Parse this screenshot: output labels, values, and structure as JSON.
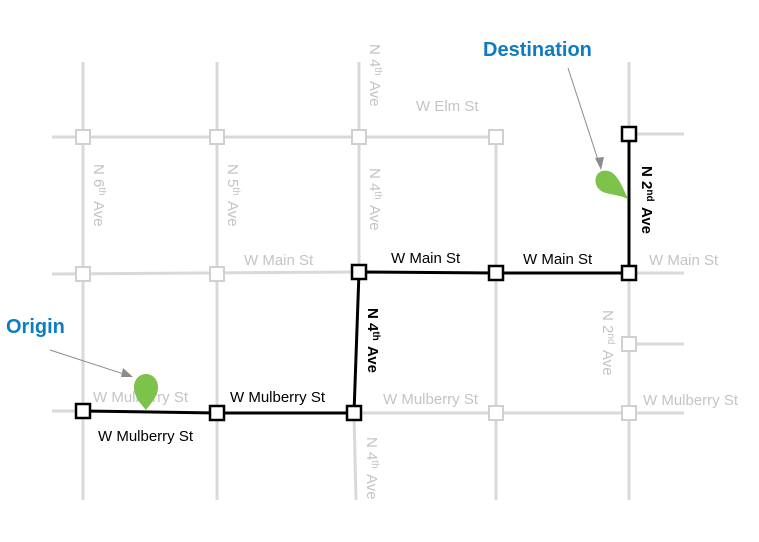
{
  "colors": {
    "street": "#d9d9d9",
    "route": "#000000",
    "pin": "#7dc24b",
    "title": "#0e7cc2",
    "label_muted": "#c4c4c4"
  },
  "labels": {
    "origin": "Origin",
    "destination": "Destination",
    "w_elm": "W Elm St",
    "w_main_left": "W Main St",
    "w_main_route_1": "W Main St",
    "w_main_route_2": "W Main St",
    "w_main_right": "W Main St",
    "w_mulberry_left_grey": "W Mulberry St",
    "w_mulberry_below": "W Mulberry St",
    "w_mulberry_route": "W Mulberry St",
    "w_mulberry_mid_grey": "W Mulberry St",
    "w_mulberry_right_grey": "W Mulberry St"
  },
  "avenues": {
    "n6": {
      "name": "N 6",
      "sup": "th",
      "suffix": "Ave"
    },
    "n5": {
      "name": "N 5",
      "sup": "th",
      "suffix": "Ave"
    },
    "n4_top": {
      "name": "N 4",
      "sup": "th",
      "suffix": "Ave"
    },
    "n4_mid": {
      "name": "N 4",
      "sup": "th",
      "suffix": "Ave"
    },
    "n4_route": {
      "name": "N 4",
      "sup": "th",
      "suffix": "Ave"
    },
    "n4_bottom": {
      "name": "N 4",
      "sup": "th",
      "suffix": "Ave"
    },
    "n2_route": {
      "name": "N 2",
      "sup": "nd",
      "suffix": "Ave"
    },
    "n2_grey": {
      "name": "N 2",
      "sup": "nd",
      "suffix": "Ave"
    }
  }
}
